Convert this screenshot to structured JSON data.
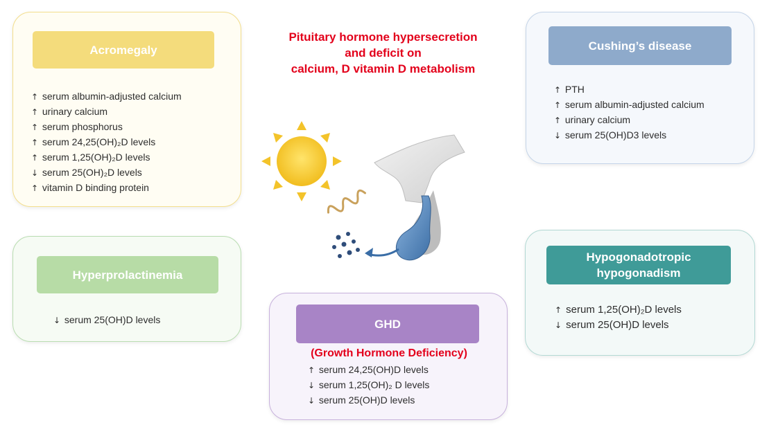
{
  "title": {
    "line1": "Pituitary hormone hypersecretion",
    "line2": "and deficit on",
    "line3": "calcium, D vitamin D metabolism"
  },
  "acromegaly": {
    "header": "Acromegaly",
    "items": [
      {
        "arrow": "↑",
        "text": "serum albumin-adjusted calcium"
      },
      {
        "arrow": "↑",
        "text": "urinary calcium"
      },
      {
        "arrow": "↑",
        "text": "serum phosphorus"
      },
      {
        "arrow": "↑",
        "text": "serum 24,25(OH)₂D levels"
      },
      {
        "arrow": "↑",
        "text": "serum 1,25(OH)₂D levels"
      },
      {
        "arrow": "↓",
        "text": "serum 25(OH)₂D levels"
      },
      {
        "arrow": "↑",
        "text": "vitamin D binding protein"
      }
    ]
  },
  "cushing": {
    "header": "Cushing’s disease",
    "items": [
      {
        "arrow": "↑",
        "text": "PTH"
      },
      {
        "arrow": "↑",
        "text": "serum albumin-adjusted calcium"
      },
      {
        "arrow": "↑",
        "text": "urinary calcium"
      },
      {
        "arrow": "↓",
        "text": "serum 25(OH)D3 levels"
      }
    ]
  },
  "hyperprolactinemia": {
    "header": "Hyperprolactinemia",
    "items": [
      {
        "arrow": "↓",
        "text": "serum 25(OH)D levels"
      }
    ]
  },
  "hypogonadism": {
    "header_line1": "Hypogonadotropic",
    "header_line2": "hypogonadism",
    "items": [
      {
        "arrow": "↑",
        "text": "serum 1,25(OH)₂D levels"
      },
      {
        "arrow": "↓",
        "text": "serum 25(OH)D levels"
      }
    ]
  },
  "ghd": {
    "header": "GHD",
    "subtitle": "(Growth Hormone Deficiency)",
    "items": [
      {
        "arrow": "↑",
        "text": "serum 24,25(OH)D levels"
      },
      {
        "arrow": "↓",
        "text": "serum 1,25(OH)₂ D levels"
      },
      {
        "arrow": "↓",
        "text": "serum 25(OH)D levels"
      }
    ]
  },
  "colors": {
    "title_red": "#e3001b",
    "acromegaly": "#f4dc7c",
    "cushing": "#8eaacb",
    "hyperprolactinemia": "#b7dca6",
    "hypogonadism": "#3f9b98",
    "ghd": "#a884c6",
    "sun": "#f3c32a",
    "pituitary_blue": "#5b8fc4"
  },
  "icons": [
    "sun-icon",
    "uv-wave-icon",
    "vitamin-particles-icon",
    "pituitary-gland-icon",
    "secretion-arrow-icon"
  ]
}
